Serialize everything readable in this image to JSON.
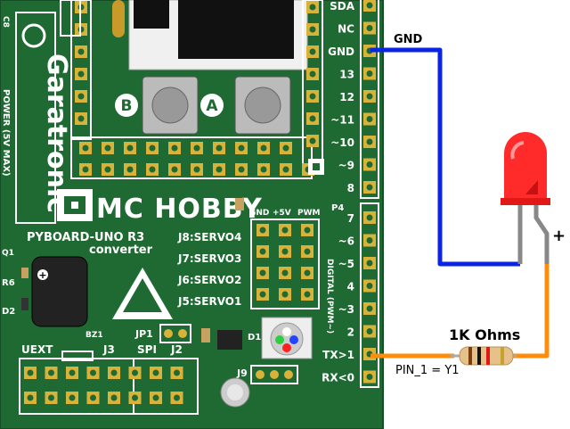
{
  "board": {
    "brand": "Garatronic",
    "logo_text": "MC HOBBY",
    "name_line1": "PYBOARD-UNO R3",
    "name_line2": "converter",
    "button_b": "B",
    "button_a": "A",
    "servo_headers": {
      "col_labels": [
        "GND",
        "+5V",
        "PWM"
      ],
      "rows": [
        "J8:SERVO4",
        "J7:SERVO3",
        "J6:SERVO2",
        "J5:SERVO1"
      ]
    },
    "p4_label": "P4",
    "digital_label": "DIGITAL (PWM~)",
    "upper_pins": [
      "SDA",
      "NC",
      "GND",
      "13",
      "12",
      "~11",
      "~10",
      "~9",
      "8"
    ],
    "lower_pins": [
      "7",
      "~6",
      "~5",
      "4",
      "~3",
      "2",
      "TX>1",
      "RX<0"
    ],
    "bottom_labels": [
      "UEXT",
      "J3",
      "SPI",
      "J2",
      "JP1",
      "J9",
      "D1"
    ],
    "small_labels": [
      "R6",
      "D2",
      "Q1",
      "BZ1",
      "C8"
    ],
    "side_text": "POWER (5V MAX)"
  },
  "wiring": {
    "gnd_label": "GND",
    "resistor_label": "1K Ohms",
    "pin_label": "PIN_1 = Y1",
    "plus_sign": "+"
  },
  "colors": {
    "pcb": "#1f6a33",
    "gnd_wire": "#0a24e6",
    "signal_wire": "#ff8c0a",
    "led": "#ff2020",
    "resistor_body": "#e6c28a"
  }
}
